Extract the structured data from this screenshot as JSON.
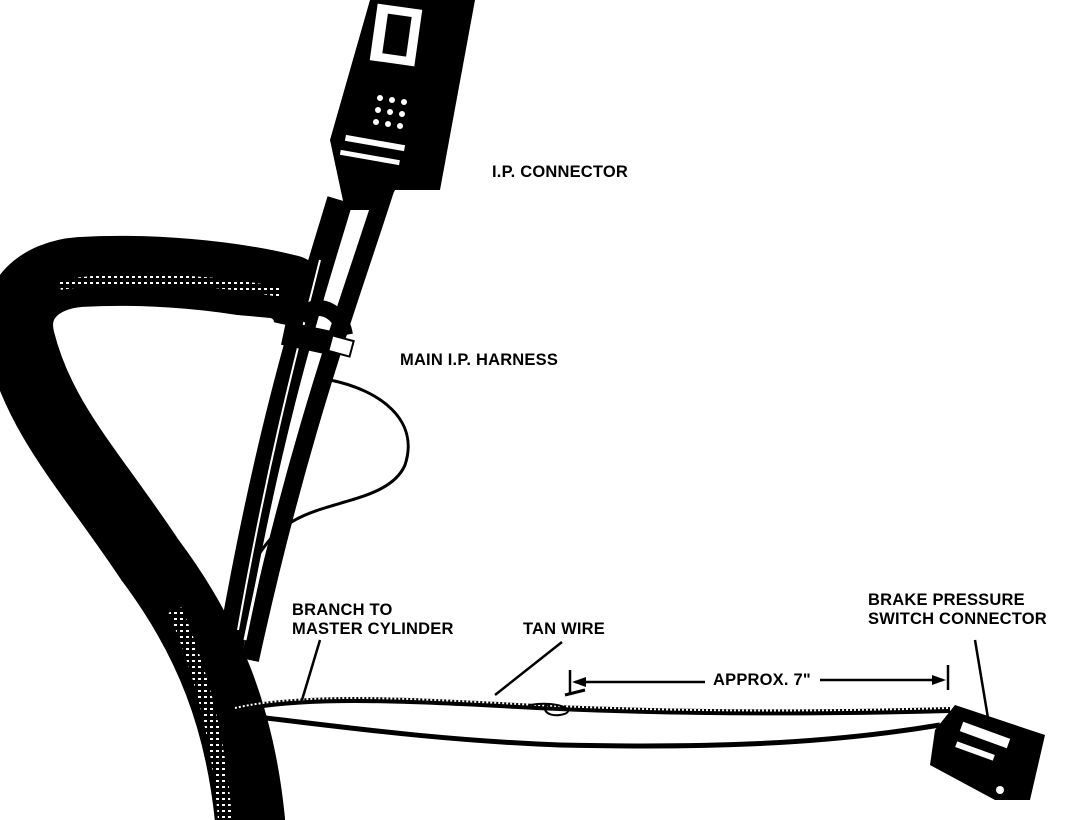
{
  "labels": {
    "ip_connector": "I.P. CONNECTOR",
    "main_harness": "MAIN I.P. HARNESS",
    "branch_line1": "BRANCH TO",
    "branch_line2": "MASTER CYLINDER",
    "tan_wire": "TAN WIRE",
    "approx": "APPROX. 7\"",
    "brake_line1": "BRAKE PRESSURE",
    "brake_line2": "SWITCH CONNECTOR"
  }
}
